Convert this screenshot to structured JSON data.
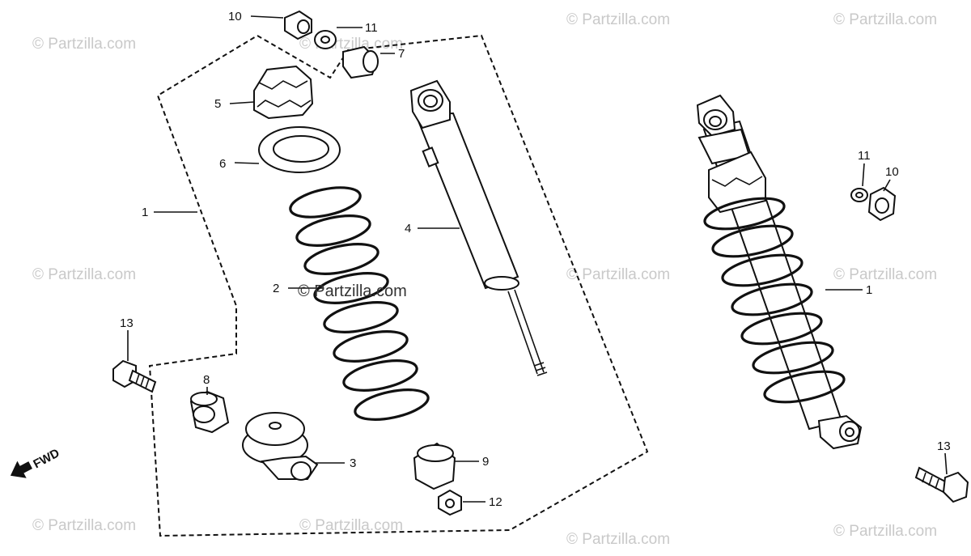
{
  "watermark": "© Partzilla.com",
  "watermark_center": "© Partzilla.com",
  "direction_label": "FWD",
  "callouts": {
    "c1_left": "1",
    "c1_right": "1",
    "c2": "2",
    "c3": "3",
    "c4": "4",
    "c5": "5",
    "c6": "6",
    "c7": "7",
    "c8": "8",
    "c9": "9",
    "c10_top": "10",
    "c10_right": "10",
    "c11_top": "11",
    "c11_right": "11",
    "c12": "12",
    "c13_left": "13",
    "c13_right": "13"
  }
}
